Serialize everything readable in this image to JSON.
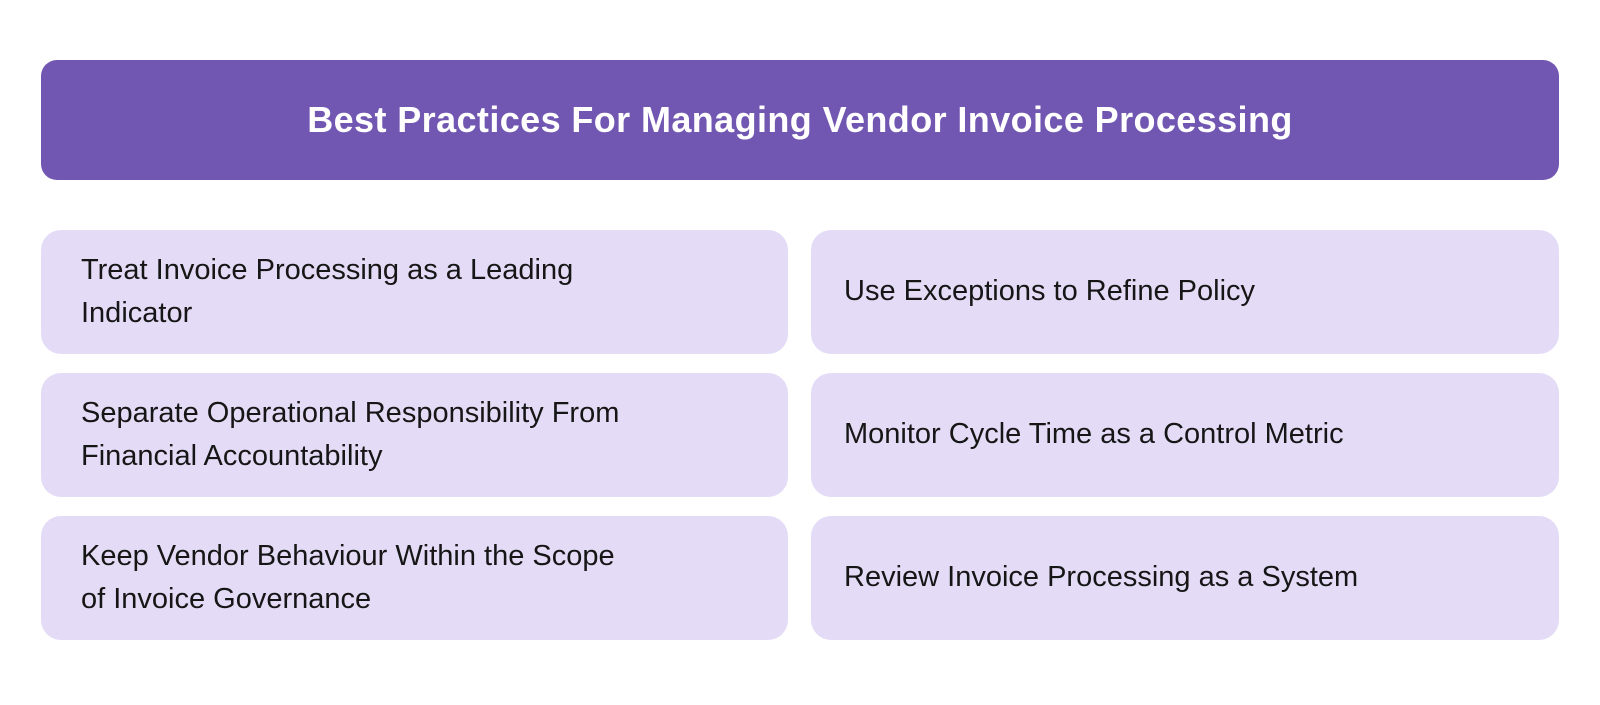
{
  "header": {
    "title": "Best Practices For Managing Vendor Invoice Processing"
  },
  "cards": [
    {
      "label": "Treat Invoice Processing as a Leading\nIndicator"
    },
    {
      "label": "Use Exceptions to Refine Policy"
    },
    {
      "label": "Separate Operational Responsibility From\nFinancial Accountability"
    },
    {
      "label": "Monitor Cycle Time as a Control Metric"
    },
    {
      "label": "Keep Vendor Behaviour Within the Scope\nof Invoice Governance"
    },
    {
      "label": "Review Invoice Processing as a System"
    }
  ],
  "colors": {
    "page_bg": "#FFFFFF",
    "header_bg": "#7257B2",
    "header_text": "#FFFFFF",
    "card_bg": "#E4DCF7",
    "card_text": "#161616"
  }
}
